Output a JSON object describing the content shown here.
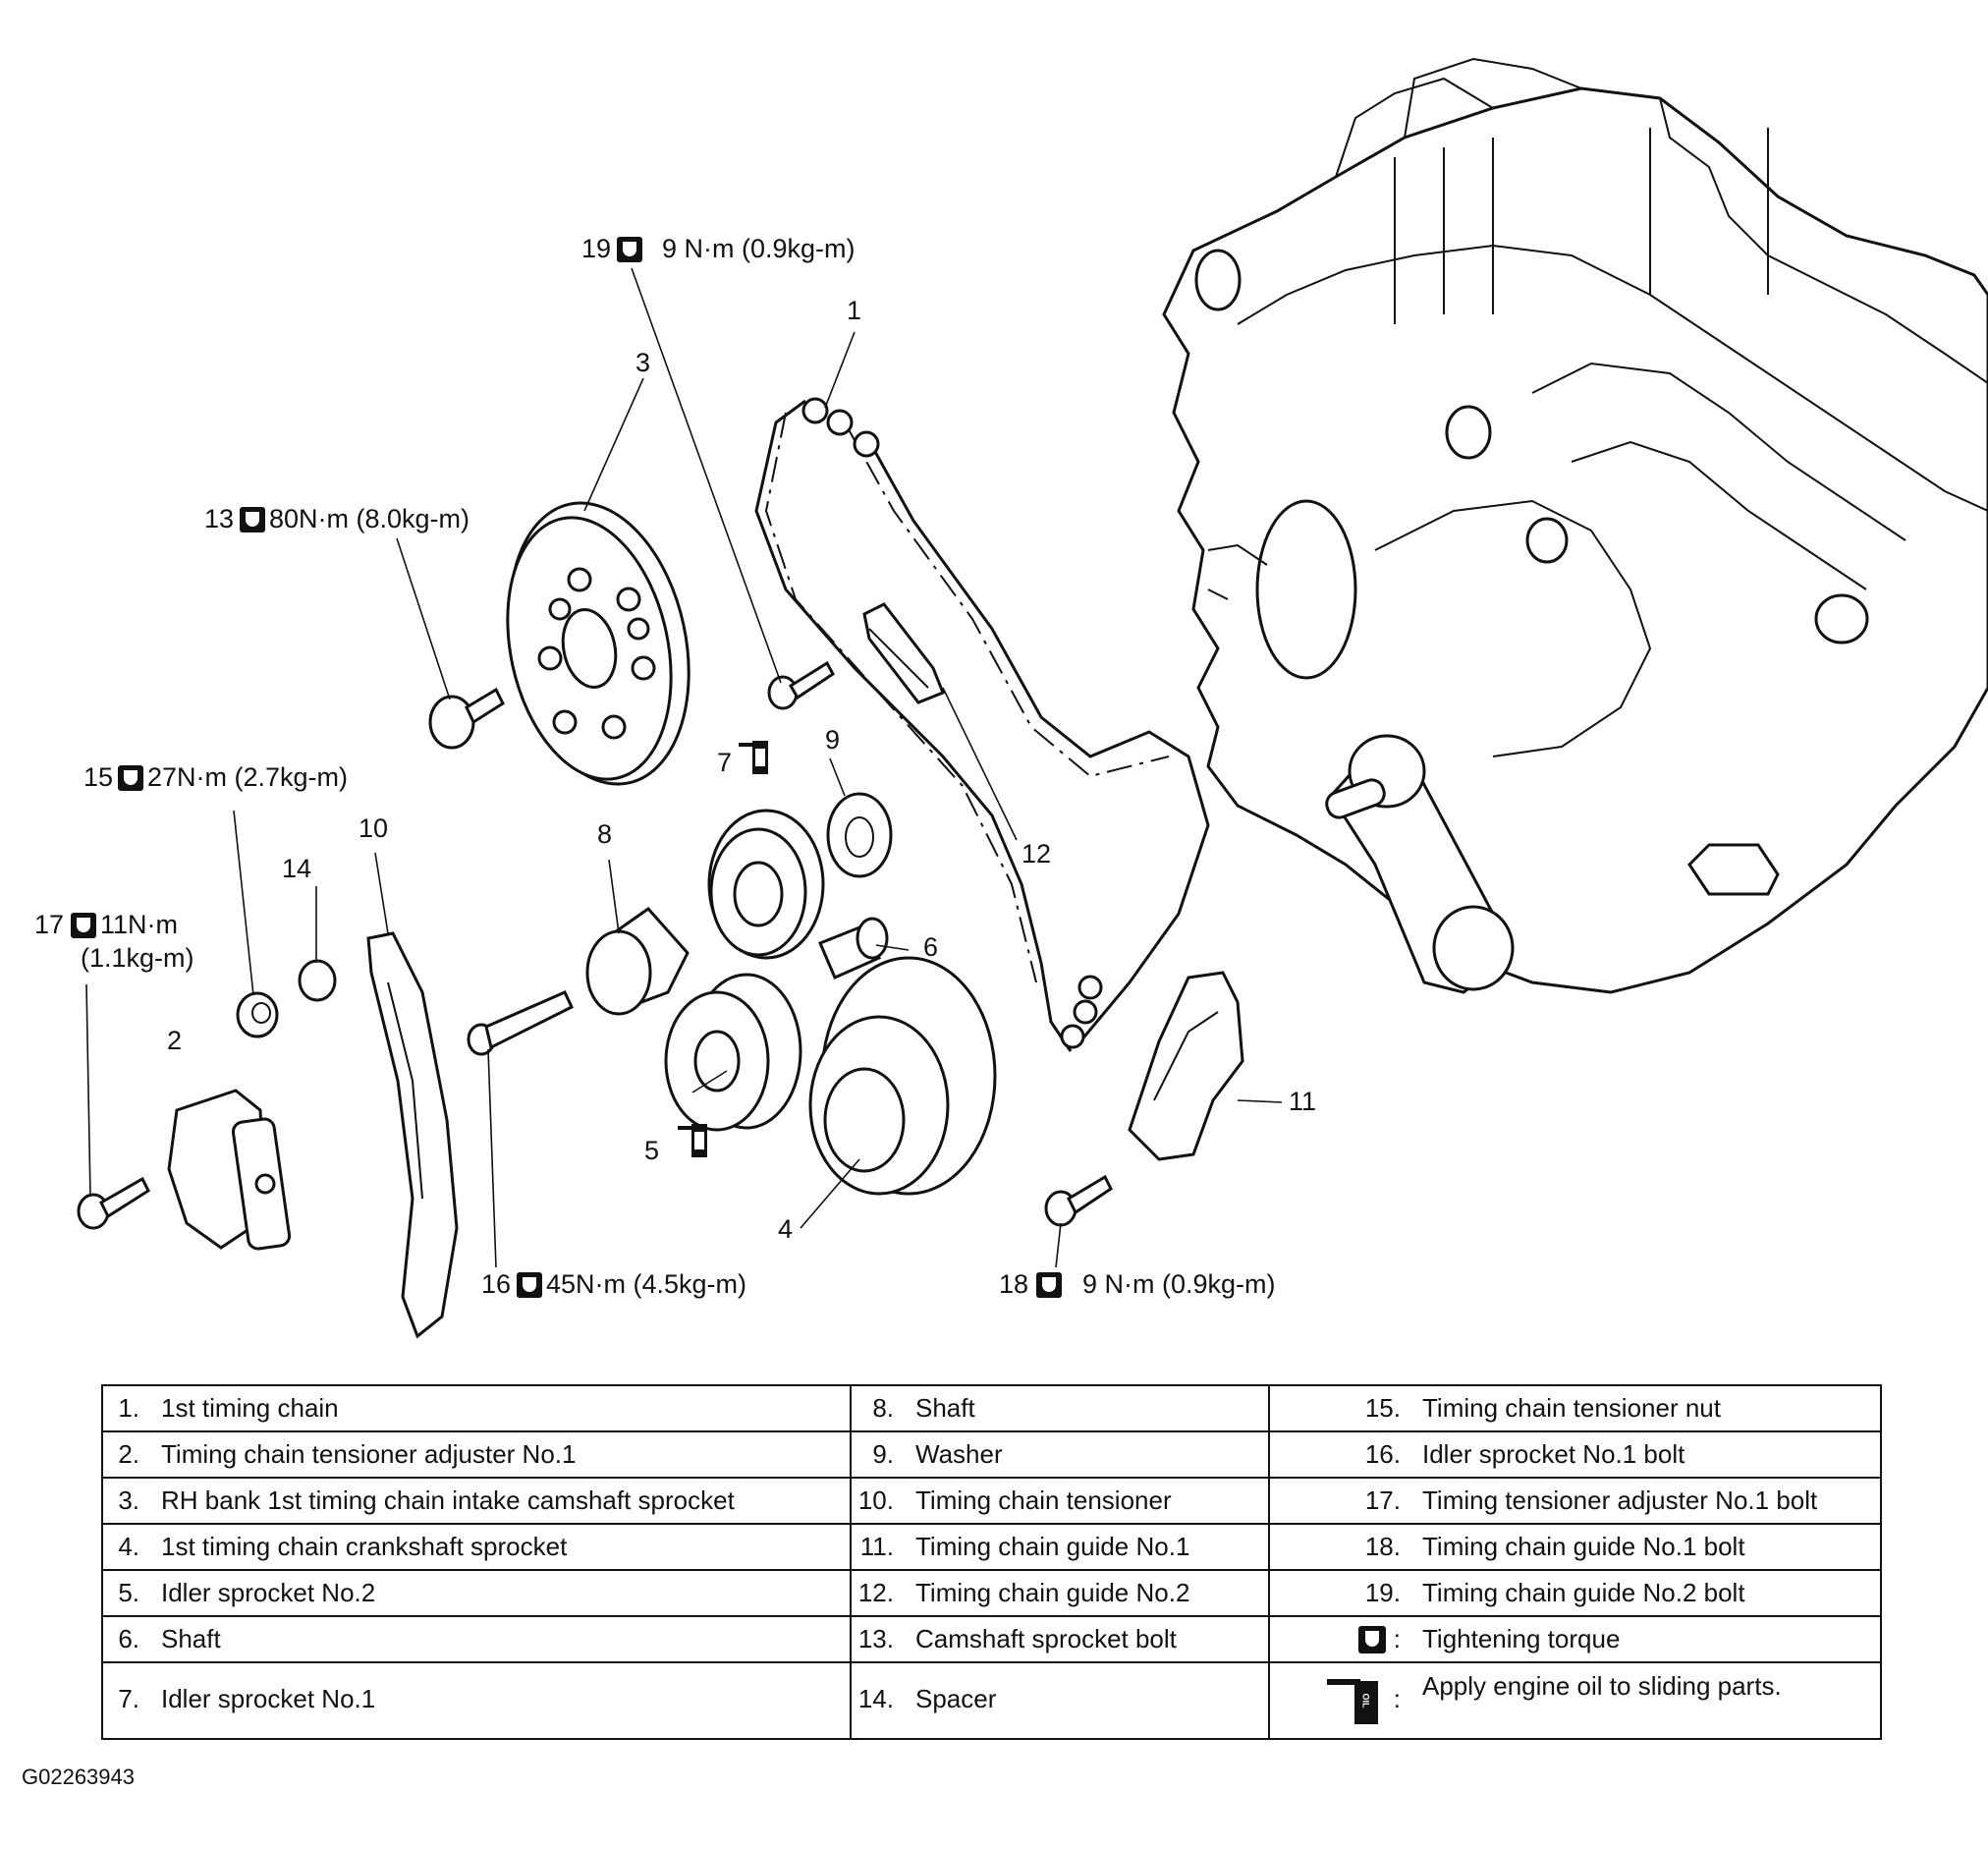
{
  "callouts": {
    "c1": "1",
    "c2": "2",
    "c3": "3",
    "c4": "4",
    "c5": "5",
    "c6": "6",
    "c7": "7",
    "c8": "8",
    "c9": "9",
    "c10": "10",
    "c11": "11",
    "c12": "12",
    "c14": "14",
    "t13_num": "13",
    "t13_val": "80N·m (8.0kg-m)",
    "t15_num": "15",
    "t15_val": "27N·m (2.7kg-m)",
    "t16_num": "16",
    "t16_val": "45N·m (4.5kg-m)",
    "t17_num": "17",
    "t17_val": "11N·m",
    "t17_val2": "(1.1kg-m)",
    "t18_num": "18",
    "t18_val": "9 N·m (0.9kg-m)",
    "t19_num": "19",
    "t19_val": "9 N·m (0.9kg-m)"
  },
  "legend": {
    "col1": [
      {
        "num": "1.",
        "label": "1st timing chain"
      },
      {
        "num": "2.",
        "label": "Timing chain tensioner adjuster No.1"
      },
      {
        "num": "3.",
        "label": "RH bank 1st timing chain intake camshaft sprocket"
      },
      {
        "num": "4.",
        "label": "1st timing chain crankshaft sprocket"
      },
      {
        "num": "5.",
        "label": "Idler sprocket No.2"
      },
      {
        "num": "6.",
        "label": "Shaft"
      },
      {
        "num": "7.",
        "label": "Idler sprocket No.1"
      }
    ],
    "col2": [
      {
        "num": "8.",
        "label": "Shaft"
      },
      {
        "num": "9.",
        "label": "Washer"
      },
      {
        "num": "10.",
        "label": "Timing chain tensioner"
      },
      {
        "num": "11.",
        "label": "Timing chain guide No.1"
      },
      {
        "num": "12.",
        "label": "Timing chain guide No.2"
      },
      {
        "num": "13.",
        "label": "Camshaft sprocket bolt"
      },
      {
        "num": "14.",
        "label": "Spacer"
      }
    ],
    "col3": [
      {
        "num": "15.",
        "label": "Timing chain tensioner nut"
      },
      {
        "num": "16.",
        "label": "Idler sprocket No.1 bolt"
      },
      {
        "num": "17.",
        "label": "Timing tensioner adjuster No.1 bolt"
      },
      {
        "num": "18.",
        "label": "Timing chain guide No.1 bolt"
      },
      {
        "num": "19.",
        "label": "Timing chain guide No.2 bolt"
      }
    ],
    "symbols": {
      "sep": ":",
      "torque": "Tightening torque",
      "oil": "Apply engine oil to sliding parts."
    }
  },
  "figure_id": "G02263943"
}
